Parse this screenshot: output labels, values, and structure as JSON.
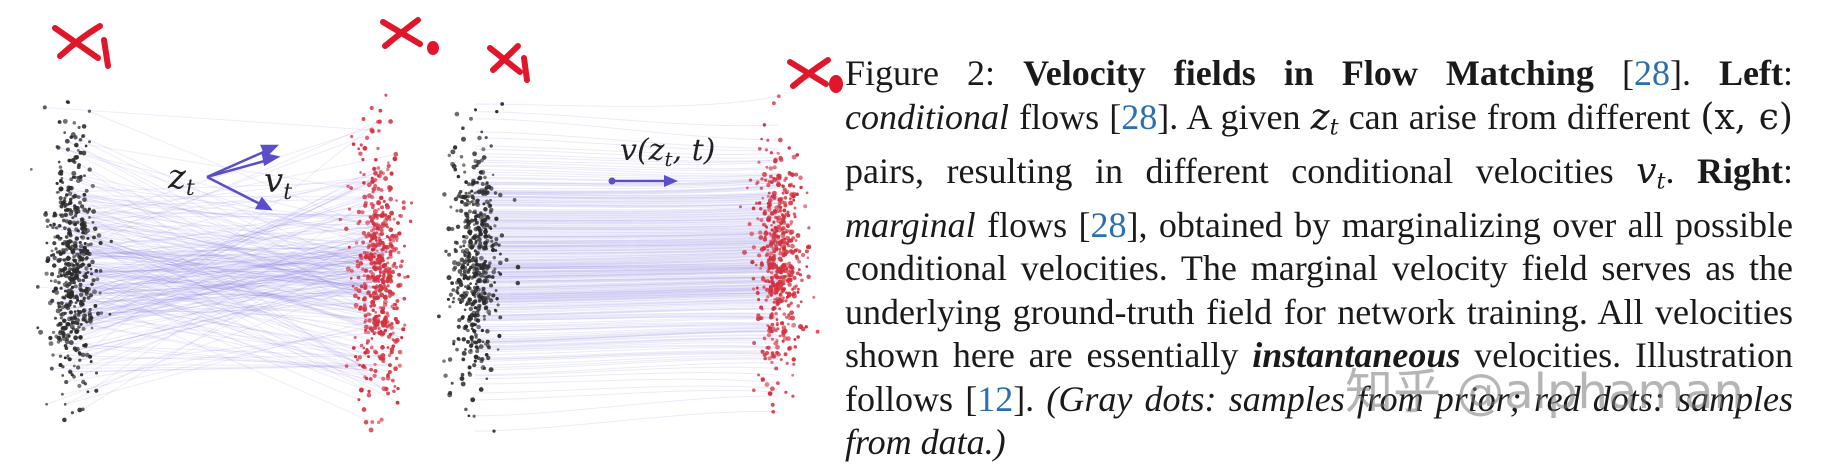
{
  "colors": {
    "prior_dots": "#2b2b2b",
    "data_dots": "#d2323f",
    "flow_lines": "#7a6fe0",
    "arrows": "#5a4fc8",
    "annotation_red": "#e0162b",
    "link": "#2a6fb0"
  },
  "left_panel": {
    "label_z": "z",
    "label_z_sub": "t",
    "label_v": "v",
    "label_v_sub": "t"
  },
  "right_panel": {
    "label_velocity": "v(z",
    "label_velocity_sub": "t",
    "label_velocity_tail": ", t)"
  },
  "handwritten": {
    "x1_left": "x1",
    "x0_left": "x0",
    "x1_right": "x1",
    "x0_right": "x0"
  },
  "caption": {
    "fig_label": "Figure 2: ",
    "title_bold": "Velocity fields in Flow Matching",
    "ref28": "28",
    "left_bold": "Left",
    "conditional": "conditional",
    "text1": " flows [",
    "text2": "]. A given ",
    "zt": "z",
    "zt_sub": "t",
    "text3": " can arise from different ",
    "pair": "(x, ϵ)",
    "text4": " pairs, resulting in different conditional velocities ",
    "vt": "v",
    "vt_sub": "t",
    "right_bold": "Right",
    "marginal": "marginal",
    "text5": "], obtained by marginalizing over all possible conditional velocities. The marginal velocity field serves as the underlying ground-truth field for network training. All velocities shown here are essentially ",
    "instantaneous": "instantaneous",
    "text6": " velocities. Illustration follows [",
    "ref12": "12",
    "text7": "].",
    "paren_italic": "(Gray dots: samples from prior; red dots: samples from data.)"
  },
  "watermark": "知乎 @alphaman"
}
